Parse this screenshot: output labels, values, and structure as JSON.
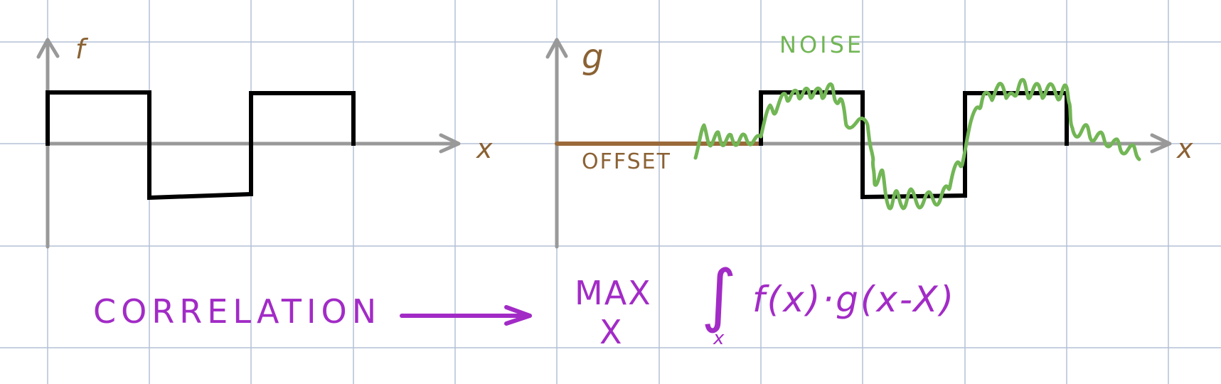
{
  "colors": {
    "background": "#ffffff",
    "grid": "#b3c0d6",
    "axis": "#999999",
    "signal": "#000000",
    "axis_label": "#8b6234",
    "offset": "#9a6a3a",
    "noise": "#72b655",
    "formula": "#a22bc6"
  },
  "left_plot": {
    "y_label": "f",
    "x_label": "x",
    "y_axis_name": "f-axis",
    "signal_name": "square-wave-f"
  },
  "right_plot": {
    "y_label": "g",
    "x_label": "x",
    "offset_label": "OFFSET",
    "noise_label": "NOISE"
  },
  "bottom": {
    "correlation_label": "CORRELATION",
    "max_label": "MAX",
    "max_sub": "X",
    "integral_sub": "x",
    "integrand": "f(x)·g(x-X)"
  }
}
